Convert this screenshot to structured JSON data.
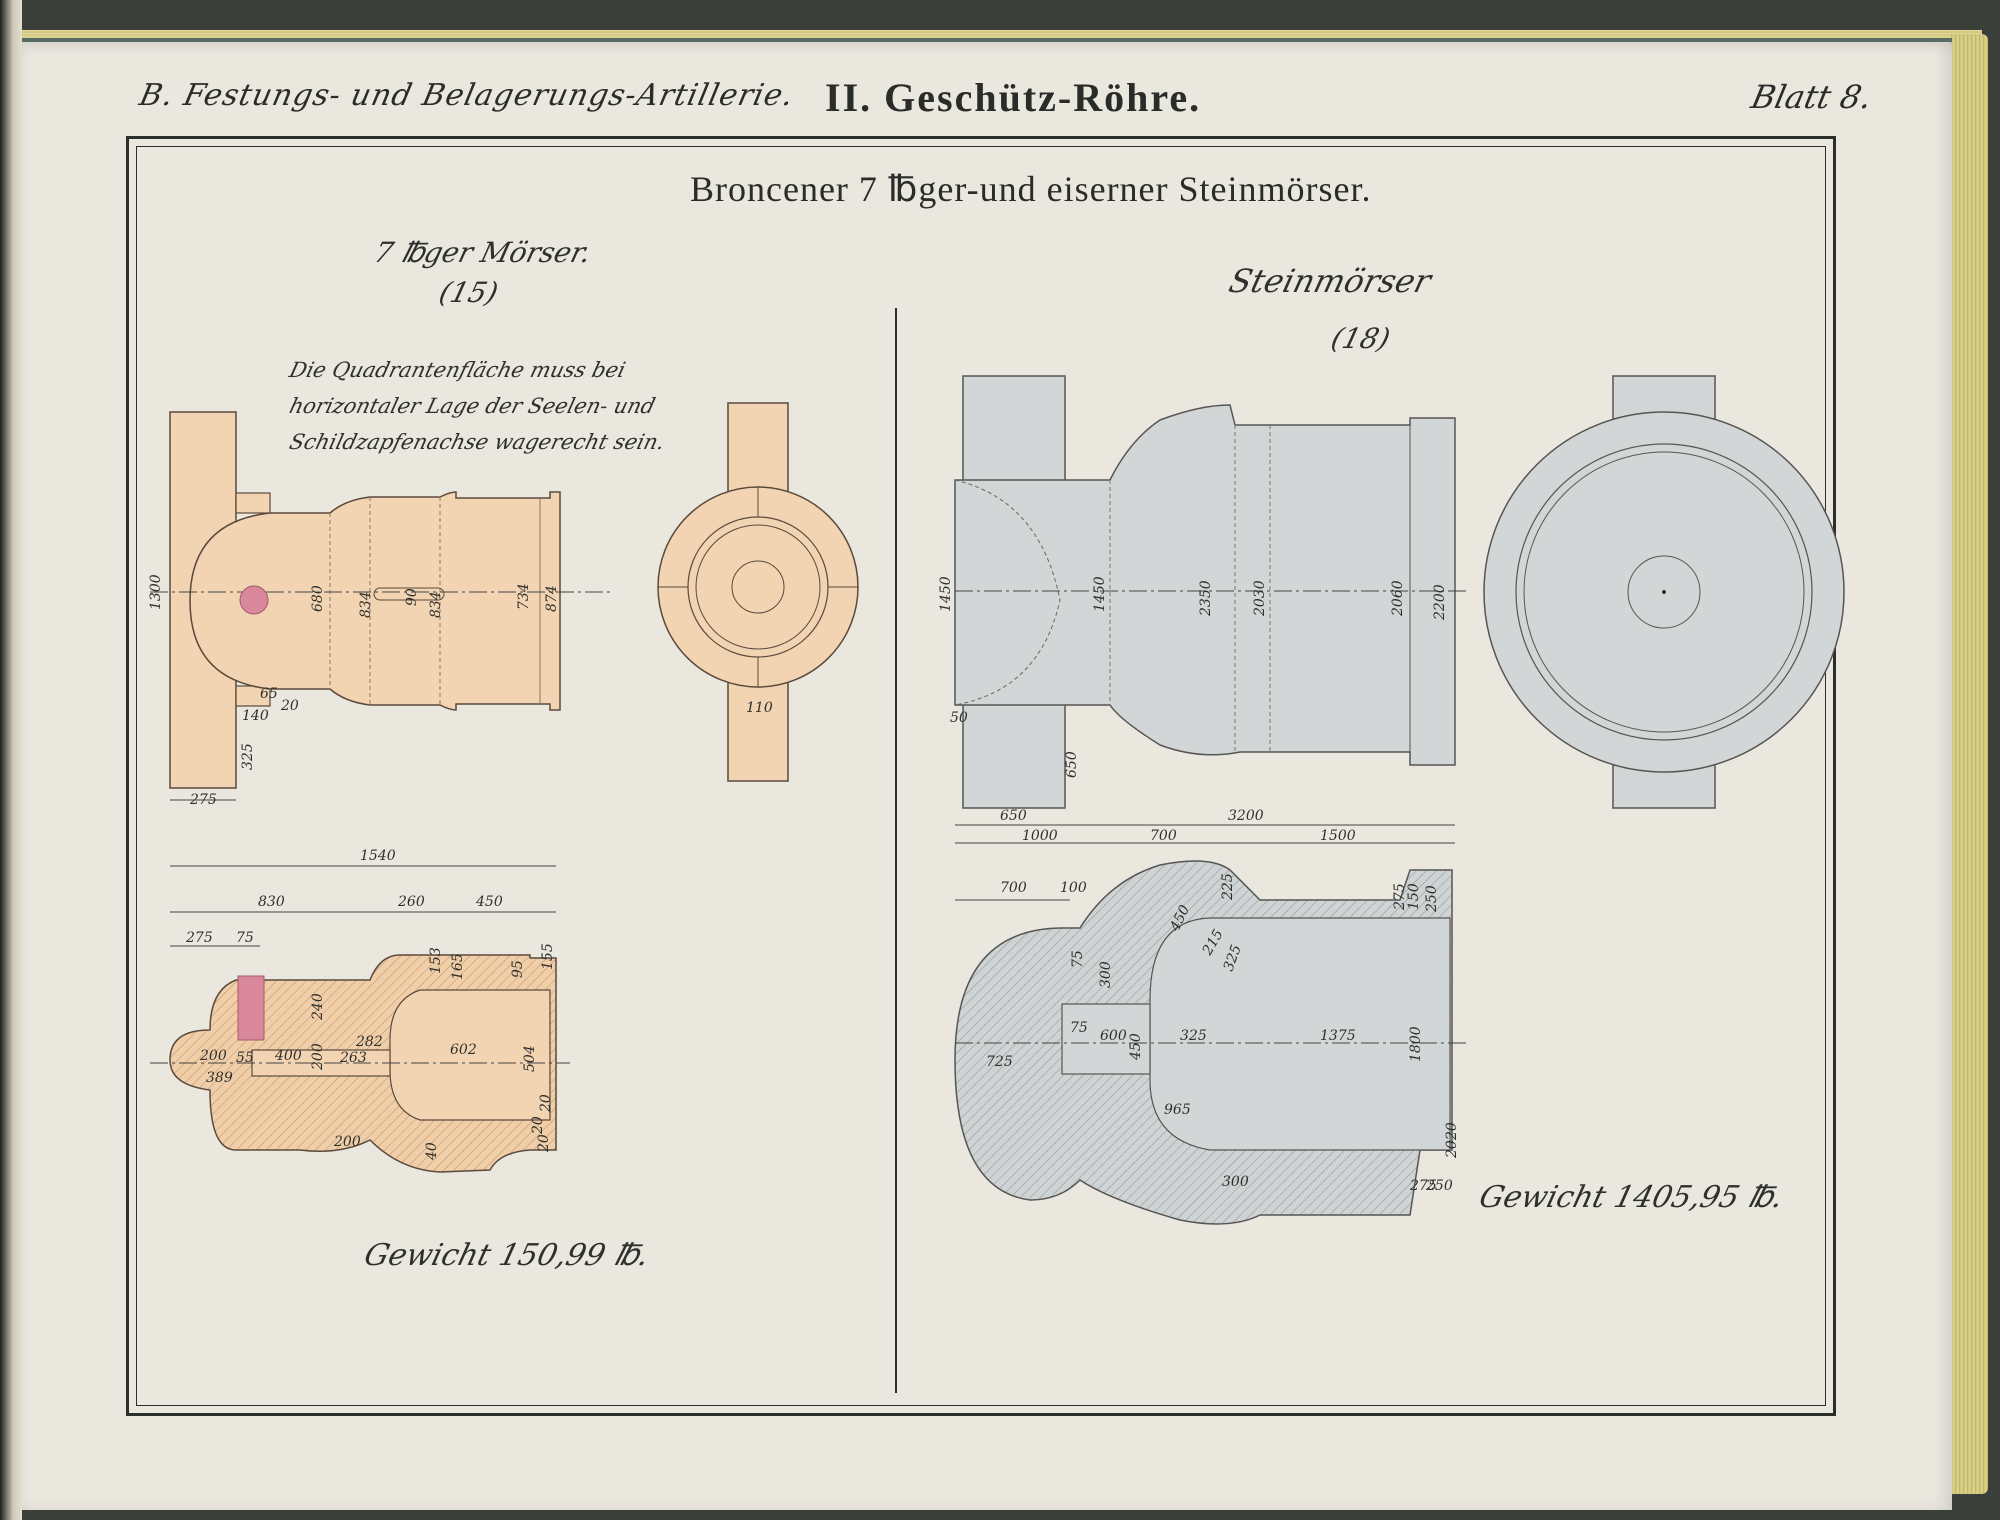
{
  "header": {
    "left": "B. Festungs- und Belagerungs-Artillerie.",
    "center": "II. Geschütz-Röhre.",
    "right": "Blatt 8."
  },
  "plate_title": "Broncener 7 ℔ger-und eiserner Steinmörser.",
  "left_drawing": {
    "caption": "7 ℔ger Mörser.",
    "number": "(15)",
    "note": [
      "Die Quadrantenfläche muss bei",
      "horizontaler Lage der Seelen- und",
      "Schildzapfenachse wagerecht sein."
    ],
    "weight": "Gewicht 150,99 ℔.",
    "elevation_dims": [
      "1300",
      "680",
      "834",
      "90",
      "834",
      "734",
      "874"
    ],
    "elevation_small_dims": [
      "140",
      "325",
      "275",
      "20",
      "65"
    ],
    "end_view_dim": "110",
    "section_overall": "1540",
    "section_top_dims": [
      "830",
      "260",
      "450"
    ],
    "section_small_top": [
      "275",
      "75"
    ],
    "section_dims": [
      "200",
      "55",
      "400",
      "200",
      "240",
      "282",
      "263",
      "602",
      "504",
      "389",
      "200",
      "40",
      "20",
      "20",
      "20",
      "155",
      "153",
      "165",
      "95"
    ]
  },
  "right_drawing": {
    "caption": "Steinmörser",
    "number": "(18)",
    "weight": "Gewicht 1405,95 ℔.",
    "elevation_dims": [
      "1450",
      "1450",
      "2350",
      "2030",
      "2060",
      "2200"
    ],
    "elevation_small_dims": [
      "50",
      "650",
      "650"
    ],
    "section_overall": "3200",
    "section_top_dims": [
      "1000",
      "700",
      "1500"
    ],
    "section_small_top": [
      "700",
      "100"
    ],
    "section_dims": [
      "75",
      "300",
      "75",
      "600",
      "450",
      "325",
      "1375",
      "1800",
      "725",
      "965",
      "300",
      "275",
      "250",
      "20",
      "20",
      "450",
      "325",
      "215",
      "150",
      "225",
      "250",
      "275"
    ]
  },
  "colors": {
    "bronze": "#f2d4b2",
    "iron": "#d3d6d6",
    "vent": "#d9879a",
    "ink": "#2e302e",
    "paper": "#e9e7de"
  }
}
